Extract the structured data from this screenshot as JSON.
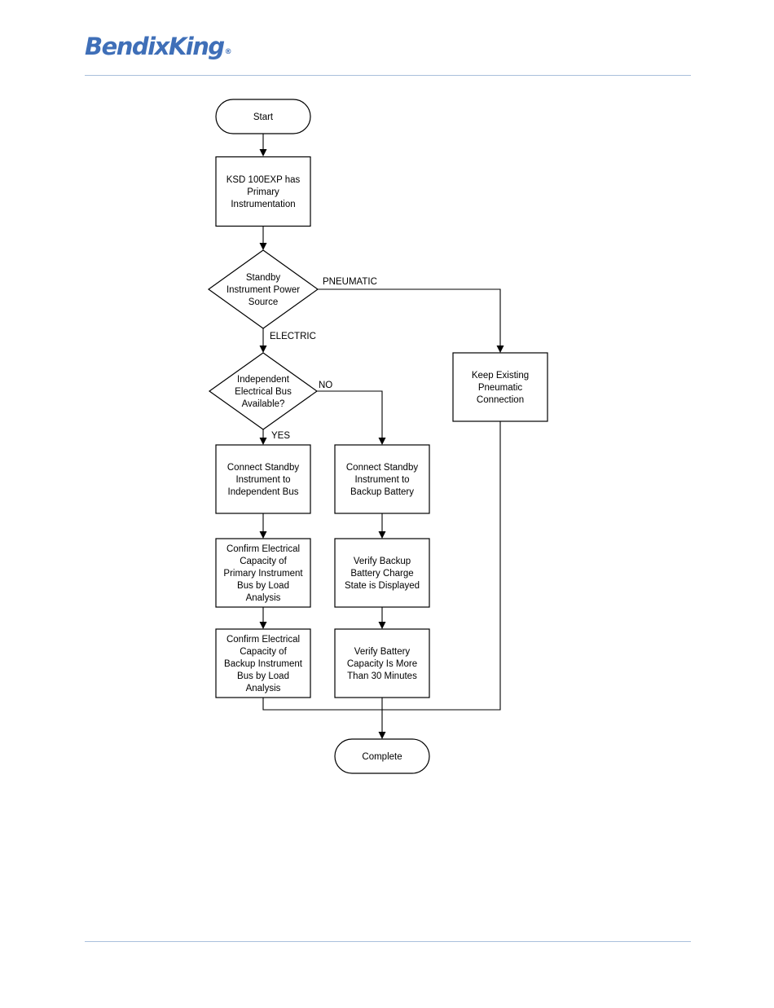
{
  "header": {
    "logo_text": "BendixKing",
    "logo_mark": "®",
    "logo_color": "#3f6fb8",
    "rule_color": "#a9c0dc"
  },
  "flowchart": {
    "nodes": {
      "start": {
        "lines": [
          "Start"
        ]
      },
      "ksd": {
        "lines": [
          "KSD 100EXP has",
          "Primary",
          "Instrumentation"
        ]
      },
      "power_source": {
        "lines": [
          "Standby",
          "Instrument Power",
          "Source"
        ]
      },
      "keep_pneumatic": {
        "lines": [
          "Keep Existing",
          "Pneumatic",
          "Connection"
        ]
      },
      "independent_bus": {
        "lines": [
          "Independent",
          "Electrical Bus",
          "Available?"
        ]
      },
      "connect_independent": {
        "lines": [
          "Connect Standby",
          "Instrument to",
          "Independent Bus"
        ]
      },
      "connect_backup": {
        "lines": [
          "Connect Standby",
          "Instrument to",
          "Backup Battery"
        ]
      },
      "confirm_primary": {
        "lines": [
          "Confirm Electrical",
          "Capacity of",
          "Primary Instrument",
          "Bus by Load",
          "Analysis"
        ]
      },
      "verify_charge": {
        "lines": [
          "Verify Backup",
          "Battery Charge",
          "State is Displayed"
        ]
      },
      "confirm_backup": {
        "lines": [
          "Confirm Electrical",
          "Capacity of",
          "Backup Instrument",
          "Bus by Load",
          "Analysis"
        ]
      },
      "verify_capacity": {
        "lines": [
          "Verify Battery",
          "Capacity Is More",
          "Than 30 Minutes"
        ]
      },
      "complete": {
        "lines": [
          "Complete"
        ]
      }
    },
    "edge_labels": {
      "pneumatic": "PNEUMATIC",
      "electric": "ELECTRIC",
      "no": "NO",
      "yes": "YES"
    }
  }
}
